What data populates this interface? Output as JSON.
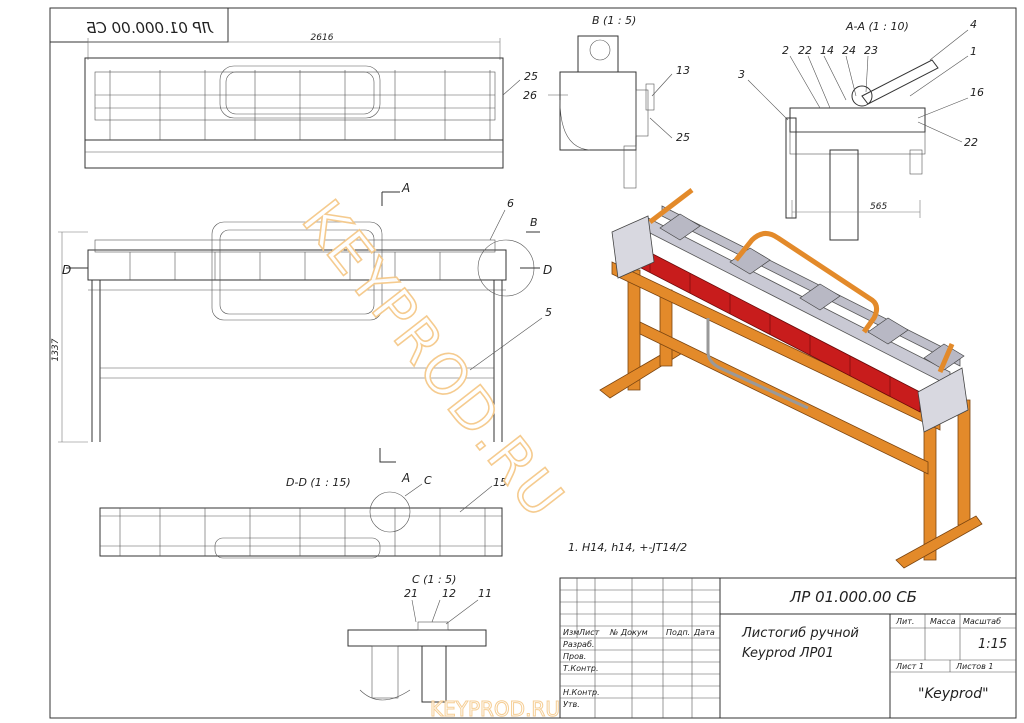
{
  "drawing": {
    "mirrored_code": "ЛР 01.000.00 СБ",
    "overall_length": "2616",
    "overall_height": "1337",
    "depth_dim": "565",
    "tolerance_note": "1. H14, h14, +-JT14/2"
  },
  "views": {
    "detail_b": "В (1 : 5)",
    "section_aa": "А-А (1 : 10)",
    "section_dd": "D-D (1 : 15)",
    "detail_c": "С (1 : 5)"
  },
  "section_marks": {
    "a_top": "А",
    "a_bottom": "А",
    "b": "В",
    "c": "С",
    "d_left": "D",
    "d_right": "D"
  },
  "callouts": {
    "n25_front": "25",
    "n26": "26",
    "n13": "13",
    "n25_detail": "25",
    "n2": "2",
    "n22_top": "22",
    "n14": "14",
    "n24": "24",
    "n23": "23",
    "n4": "4",
    "n3": "3",
    "n1": "1",
    "n16": "16",
    "n22_right": "22",
    "n6": "6",
    "n5": "5",
    "n15": "15",
    "n21": "21",
    "n12": "12",
    "n11": "11"
  },
  "watermark": {
    "diagonal": "KEYPROD.RU",
    "bottom": "KEYPROD.RU"
  },
  "title_block": {
    "code": "ЛР 01.000.00 СБ",
    "name_line1": "Листогиб ручной",
    "name_line2": "Keyprod ЛР01",
    "col_izm": "Изм",
    "col_list": "Лист",
    "col_ndokum": "№ Докум",
    "col_podp": "Подп.",
    "col_data": "Дата",
    "row_razrab": "Разраб.",
    "row_prov": "Пров.",
    "row_tkontr": "Т.Контр.",
    "row_nkontr": "Н.Контр.",
    "row_utv": "Утв.",
    "lit": "Лит.",
    "massa": "Масса",
    "masshtab": "Масштаб",
    "scale_value": "1:15",
    "list": "Лист 1",
    "listov": "Листов 1",
    "company": "\"Keyprod\""
  }
}
